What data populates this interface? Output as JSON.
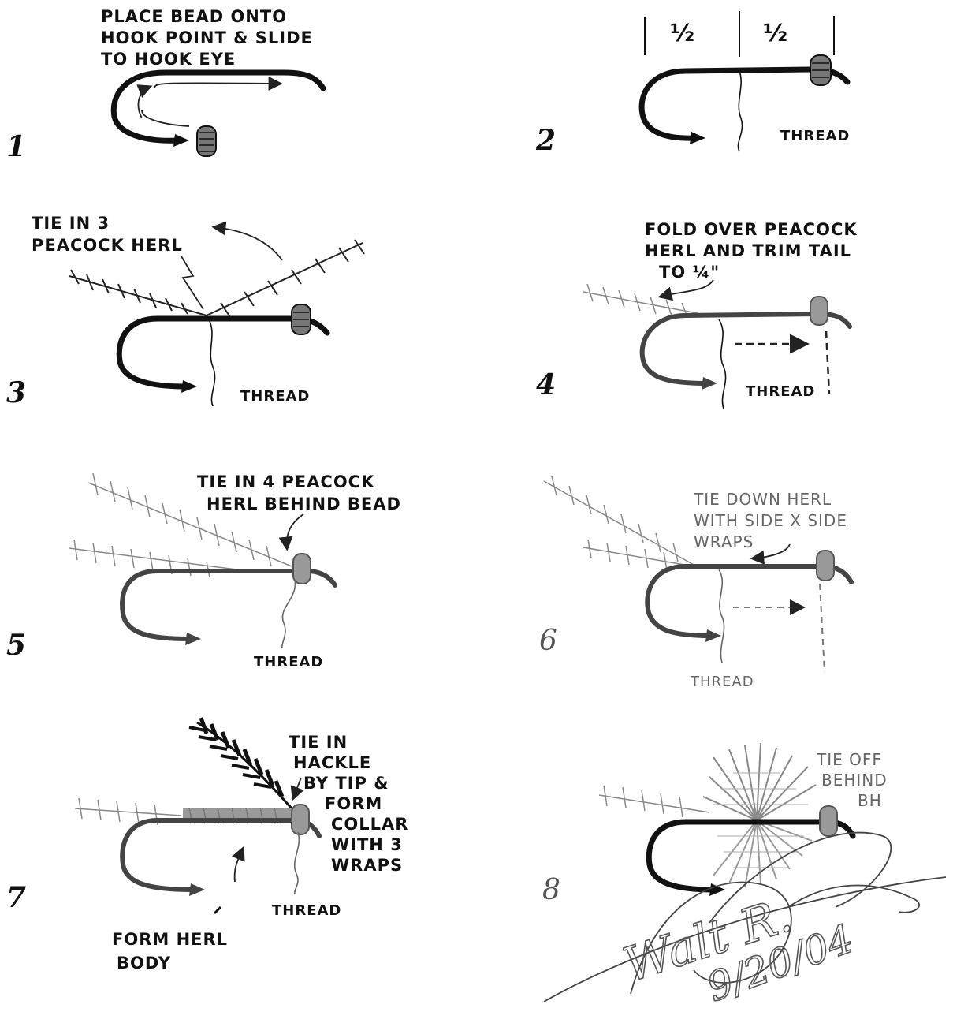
{
  "steps": [
    {
      "number": "1",
      "note_lines": [
        "PLACE BEAD ONTO",
        "HOOK POINT & SLIDE",
        "TO HOOK EYE"
      ]
    },
    {
      "number": "2",
      "halves": [
        "½",
        "½"
      ],
      "thread_label": "THREAD"
    },
    {
      "number": "3",
      "note_lines": [
        "TIE IN 3",
        "PEACOCK HERL"
      ],
      "thread_label": "THREAD"
    },
    {
      "number": "4",
      "note_lines": [
        "FOLD OVER PEACOCK",
        "HERL AND TRIM TAIL",
        "TO ¼\""
      ],
      "thread_label": "THREAD"
    },
    {
      "number": "5",
      "note_lines": [
        "TIE IN 4 PEACOCK",
        "HERL BEHIND BEAD"
      ],
      "thread_label": "THREAD"
    },
    {
      "number": "6",
      "note_lines": [
        "TIE DOWN HERL",
        "WITH SIDE X SIDE",
        "WRAPS"
      ],
      "thread_label": "THREAD"
    },
    {
      "number": "7",
      "note_lines": [
        "TIE IN",
        "HACKLE",
        "BY TIP &",
        "FORM",
        "COLLAR",
        "WITH 3",
        "WRAPS"
      ],
      "body_note_lines": [
        "FORM HERL",
        "BODY"
      ],
      "thread_label": "THREAD"
    },
    {
      "number": "8",
      "note_lines": [
        "TIE OFF",
        "BEHIND",
        "BH"
      ]
    }
  ],
  "signature": {
    "name": "Walt R.",
    "date": "9/20/04"
  },
  "icons": {
    "hook": "fishing-hook-icon",
    "bead": "bead-icon",
    "herl": "peacock-herl-icon",
    "hackle": "hackle-feather-icon"
  }
}
